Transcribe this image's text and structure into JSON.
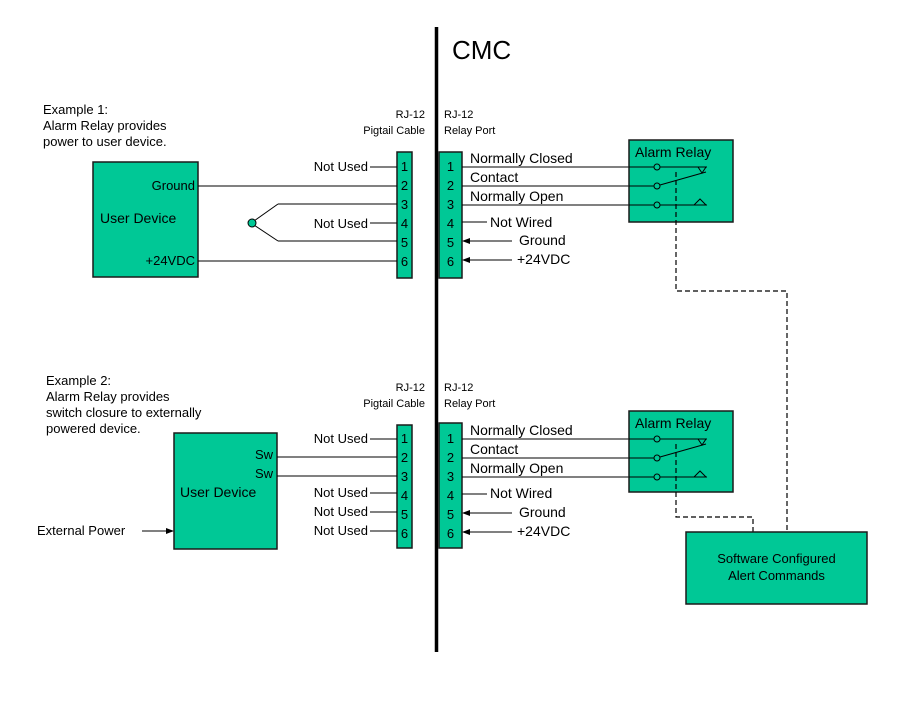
{
  "title": "CMC",
  "colors": {
    "box_fill": "#00c896",
    "line": "#000000",
    "background": "#ffffff"
  },
  "connector_labels": {
    "pigtail_line1": "RJ-12",
    "pigtail_line2": "Pigtail Cable",
    "relay_line1": "RJ-12",
    "relay_line2": "Relay Port"
  },
  "pins": [
    "1",
    "2",
    "3",
    "4",
    "5",
    "6"
  ],
  "relay_port_wires": {
    "normally_closed": "Normally Closed",
    "contact": "Contact",
    "normally_open": "Normally Open",
    "pin4": "Not Wired",
    "pin5": "Ground",
    "pin6": "+24VDC"
  },
  "alarm_relay_label": "Alarm Relay",
  "example1": {
    "heading": "Example 1:",
    "desc1": "Alarm Relay provides",
    "desc2": "power to user device.",
    "device_label": "User Device",
    "ground_label": "Ground",
    "power_label": "+24VDC",
    "not_used": "Not Used"
  },
  "example2": {
    "heading": "Example 2:",
    "desc1": "Alarm Relay provides",
    "desc2": "switch closure to externally",
    "desc3": "powered device.",
    "device_label": "User Device",
    "sw_label": "Sw",
    "not_used": "Not Used",
    "external_power": "External Power"
  },
  "software_box": {
    "line1": "Software Configured",
    "line2": "Alert Commands"
  }
}
